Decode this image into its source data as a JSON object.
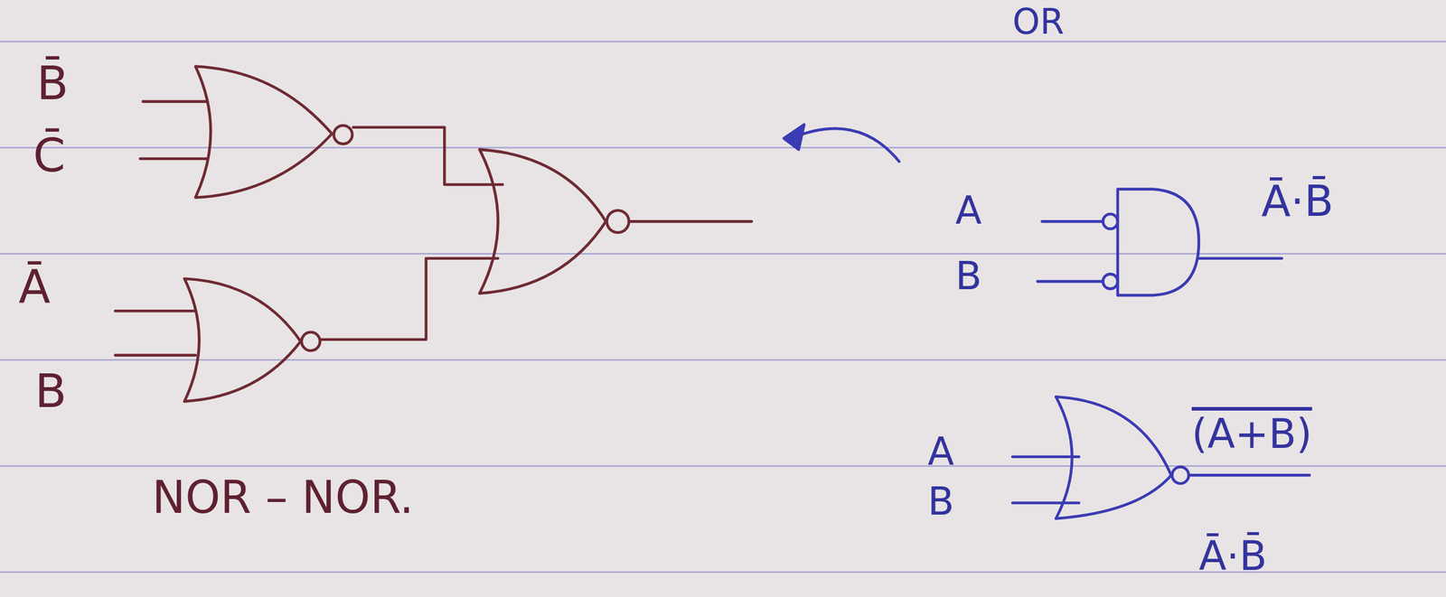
{
  "diagram": {
    "labels": [
      "OR",
      "B̄",
      "C̄",
      "Ā",
      "B",
      "NOR – NOR.",
      "A",
      "B",
      "Ā·B̄",
      "A",
      "B",
      "(A+B)",
      "Ā·B̄"
    ]
  }
}
